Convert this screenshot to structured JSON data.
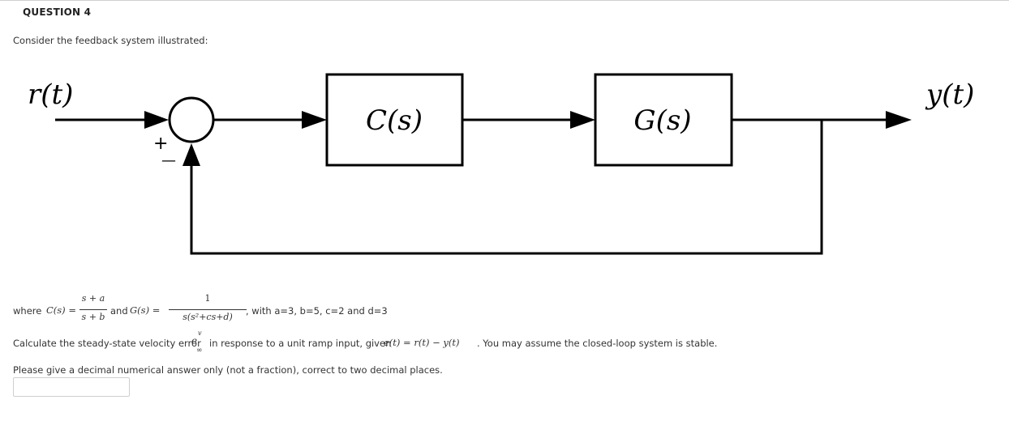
{
  "question": {
    "title": "QUESTION 4",
    "intro": "Consider the feedback system illustrated:"
  },
  "diagram": {
    "input_label": "r(t)",
    "output_label": "y(t)",
    "controller_label": "C(s)",
    "plant_label": "G(s)",
    "plus_sign": "+",
    "minus_sign": "—"
  },
  "definitions": {
    "where": "where",
    "C_lhs": "C(s) =",
    "C_num": "s + a",
    "C_den": "s + b",
    "and": "and",
    "G_lhs": "G(s) =",
    "G_num": "1",
    "G_den": "s(s²+cs+d)",
    "params": ", with a=3, b=5, c=2 and d=3"
  },
  "instructions": {
    "calc_prefix": "Calculate the steady-state velocity error",
    "error_symbol": "e",
    "error_sup": "v",
    "error_sub": "∞",
    "calc_middle": "in response to a unit ramp input, given",
    "error_def": "e(t) = r(t) − y(t)",
    "calc_suffix": ". You may assume the closed-loop system is stable.",
    "answer_hint": "Please give a decimal numerical answer only (not a fraction), correct to two decimal places."
  },
  "answer_input": {
    "value": "",
    "placeholder": ""
  }
}
